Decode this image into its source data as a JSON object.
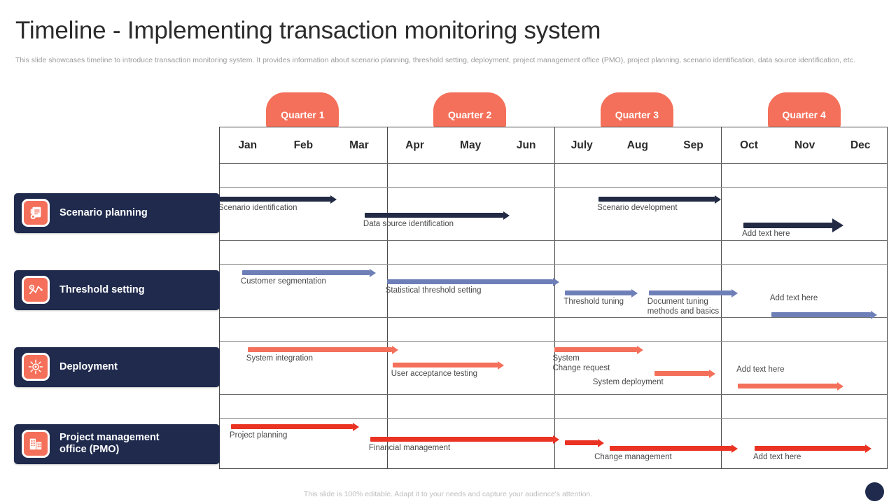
{
  "header": {
    "title": "Timeline - Implementing transaction monitoring system",
    "subtitle": "This slide showcases timeline to introduce transaction monitoring system. It provides information about scenario planning, threshold setting, deployment, project management office (PMO),  project planning, scenario identification, data source identification, etc."
  },
  "footer": {
    "note": "This slide is 100% editable. Adapt it to your needs and capture your audience's attention."
  },
  "colors": {
    "accent": "#f4705a",
    "navy": "#1f2a4d",
    "bar_navy": "#222a44",
    "bar_slate": "#6e7fb8",
    "bar_salmon": "#f4705a",
    "bar_red": "#ea3323"
  },
  "chart_data": {
    "type": "bar",
    "title": "Timeline - Implementing transaction monitoring system",
    "xlabel": "",
    "ylabel": "",
    "grid": true,
    "quarters": [
      {
        "label": "Quarter 1",
        "months": [
          "Jan",
          "Feb",
          "Mar"
        ]
      },
      {
        "label": "Quarter 2",
        "months": [
          "Apr",
          "May",
          "Jun"
        ]
      },
      {
        "label": "Quarter 3",
        "months": [
          "July",
          "Aug",
          "Sep"
        ]
      },
      {
        "label": "Quarter 4",
        "months": [
          "Oct",
          "Nov",
          "Dec"
        ]
      }
    ],
    "categories": [
      "Jan",
      "Feb",
      "Mar",
      "Apr",
      "May",
      "Jun",
      "July",
      "Aug",
      "Sep",
      "Oct",
      "Nov",
      "Dec"
    ],
    "series": [
      {
        "name": "Scenario planning",
        "color": "#222a44",
        "icon": "document-gear-icon",
        "tasks": [
          {
            "label": "Scenario identification",
            "start_month": 1.0,
            "end_month": 3.1
          },
          {
            "label": "Data source identification",
            "start_month": 3.6,
            "end_month": 6.2
          },
          {
            "label": "Scenario development",
            "start_month": 7.8,
            "end_month": 10.0
          },
          {
            "label": "Add text here",
            "start_month": 10.4,
            "end_month": 12.2,
            "arrow": "large"
          }
        ]
      },
      {
        "name": "Threshold setting",
        "color": "#6e7fb8",
        "icon": "gear-chart-icon",
        "tasks": [
          {
            "label": "Customer segmentation",
            "start_month": 1.4,
            "end_month": 3.8
          },
          {
            "label": "Statistical threshold setting",
            "start_month": 4.0,
            "end_month": 7.1
          },
          {
            "label": "Threshold tuning",
            "start_month": 7.2,
            "end_month": 8.5
          },
          {
            "label": "Document tuning\nmethods and basics",
            "start_month": 8.7,
            "end_month": 10.3
          },
          {
            "label": "Add text here",
            "start_month": 10.9,
            "end_month": 12.8
          }
        ]
      },
      {
        "name": "Deployment",
        "color": "#f4705a",
        "icon": "sun-network-icon",
        "tasks": [
          {
            "label": "System integration",
            "start_month": 1.5,
            "end_month": 4.2
          },
          {
            "label": "User acceptance testing",
            "start_month": 4.1,
            "end_month": 6.1
          },
          {
            "label": "System\nChange request",
            "start_month": 7.0,
            "end_month": 8.6
          },
          {
            "label": "System deployment",
            "start_month": 8.8,
            "end_month": 9.9
          },
          {
            "label": "Add text here",
            "start_month": 10.3,
            "end_month": 12.2
          }
        ]
      },
      {
        "name": "Project management\noffice (PMO)",
        "color": "#ea3323",
        "icon": "buildings-icon",
        "tasks": [
          {
            "label": "Project planning",
            "start_month": 1.2,
            "end_month": 3.5
          },
          {
            "label": "Financial management",
            "start_month": 3.7,
            "end_month": 7.1
          },
          {
            "label": "",
            "start_month": 7.2,
            "end_month": 7.9
          },
          {
            "label": "Change management",
            "start_month": 8.0,
            "end_month": 10.3
          },
          {
            "label": "Add text here",
            "start_month": 10.6,
            "end_month": 12.7
          }
        ]
      }
    ]
  }
}
